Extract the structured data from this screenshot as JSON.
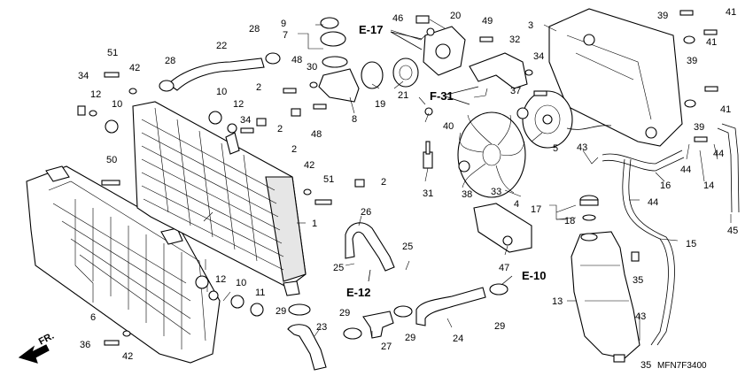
{
  "diagram": {
    "code": "MFN7F3400",
    "front_label": "FR.",
    "refs": [
      "E-17",
      "F-31",
      "E-12",
      "E-10"
    ],
    "labels": [
      "1",
      "2",
      "2",
      "2",
      "2",
      "3",
      "4",
      "5",
      "6",
      "7",
      "8",
      "9",
      "10",
      "10",
      "10",
      "11",
      "12",
      "12",
      "12",
      "13",
      "14",
      "15",
      "16",
      "17",
      "18",
      "19",
      "20",
      "21",
      "22",
      "23",
      "24",
      "25",
      "25",
      "26",
      "27",
      "28",
      "28",
      "29",
      "29",
      "29",
      "29",
      "30",
      "31",
      "32",
      "33",
      "34",
      "34",
      "34",
      "35",
      "35",
      "36",
      "37",
      "38",
      "39",
      "39",
      "39",
      "40",
      "41",
      "41",
      "41",
      "42",
      "42",
      "42",
      "43",
      "43",
      "44",
      "44",
      "44",
      "45",
      "46",
      "47",
      "48",
      "48",
      "49",
      "50",
      "51",
      "51"
    ]
  }
}
